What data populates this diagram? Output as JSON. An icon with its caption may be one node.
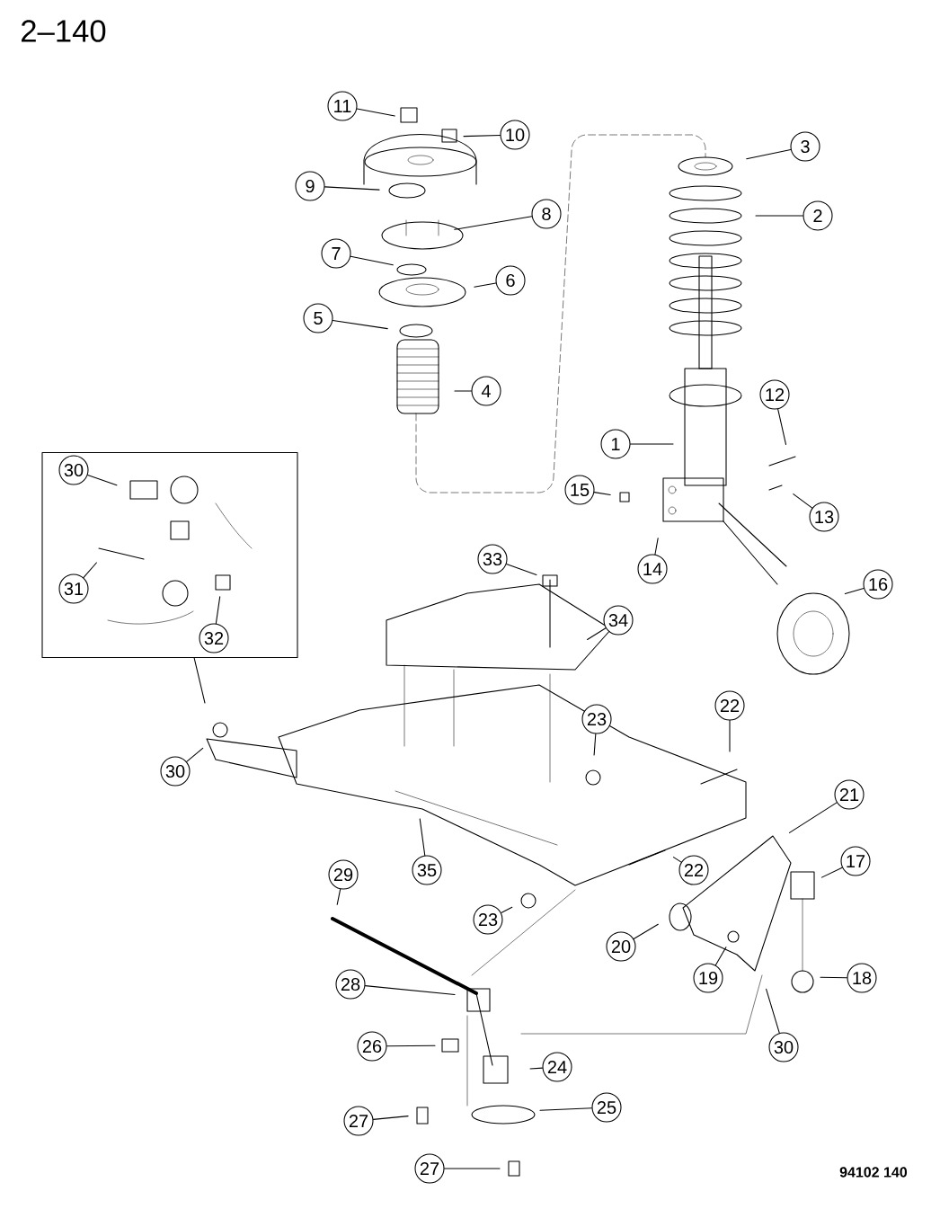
{
  "diagram": {
    "title": "2–140",
    "nodes": [
      {
        "text": [
          "11"
        ]
      },
      {
        "text": [
          "10"
        ]
      },
      {
        "text": [
          "3"
        ]
      },
      {
        "text": [
          "9"
        ]
      },
      {
        "text": [
          "8"
        ]
      },
      {
        "text": [
          "2"
        ]
      },
      {
        "text": [
          "7"
        ]
      },
      {
        "text": [
          "6"
        ]
      },
      {
        "text": [
          "5"
        ]
      },
      {
        "text": [
          "4"
        ]
      },
      {
        "text": [],
        "shape": "box"
      },
      {
        "text": [
          "30"
        ],
        "in": 10
      },
      {
        "text": [
          "12"
        ]
      },
      {
        "text": [
          "1"
        ]
      },
      {
        "text": [
          "15"
        ]
      },
      {
        "text": [
          "13"
        ]
      },
      {
        "text": [
          "14"
        ]
      },
      {
        "text": [
          "16"
        ]
      },
      {
        "text": [
          "33"
        ]
      },
      {
        "text": [
          "31"
        ],
        "in": 10
      },
      {
        "text": [
          "34"
        ]
      },
      {
        "text": [
          "32"
        ],
        "in": 10
      },
      {
        "text": [
          "30"
        ]
      },
      {
        "text": [
          "23"
        ]
      },
      {
        "text": [
          "22"
        ]
      },
      {
        "text": [
          "21"
        ]
      },
      {
        "text": [
          "17"
        ]
      },
      {
        "text": [
          "35"
        ]
      },
      {
        "text": [
          "29"
        ]
      },
      {
        "text": [
          "23"
        ]
      },
      {
        "text": [
          "22"
        ]
      },
      {
        "text": [
          "20"
        ]
      },
      {
        "text": [
          "19"
        ]
      },
      {
        "text": [
          "28"
        ]
      },
      {
        "text": [
          "18"
        ]
      },
      {
        "text": [
          "30"
        ]
      },
      {
        "text": [
          "26"
        ]
      },
      {
        "text": [
          "24"
        ]
      },
      {
        "text": [
          "25"
        ]
      },
      {
        "text": [
          "27"
        ]
      },
      {
        "text": [
          "27"
        ]
      }
    ],
    "edges": [
      {
        "from": 0,
        "to": null,
        "arrow": "none"
      },
      {
        "from": 1,
        "to": null,
        "arrow": "none"
      },
      {
        "from": 2,
        "to": null,
        "arrow": "none"
      },
      {
        "from": 3,
        "to": null,
        "arrow": "none"
      },
      {
        "from": 4,
        "to": null,
        "arrow": "none"
      },
      {
        "from": 5,
        "to": null,
        "arrow": "none"
      },
      {
        "from": 6,
        "to": null,
        "arrow": "none"
      },
      {
        "from": 7,
        "to": null,
        "arrow": "none"
      },
      {
        "from": 8,
        "to": null,
        "arrow": "none"
      },
      {
        "from": 9,
        "to": null,
        "arrow": "none"
      },
      {
        "from": 10,
        "to": null,
        "arrow": "none"
      },
      {
        "from": 11,
        "to": null,
        "arrow": "none"
      },
      {
        "from": 12,
        "to": null,
        "arrow": "none"
      },
      {
        "from": 13,
        "to": null,
        "arrow": "none"
      },
      {
        "from": 14,
        "to": null,
        "arrow": "none"
      },
      {
        "from": 15,
        "to": null,
        "arrow": "none"
      },
      {
        "from": 16,
        "to": null,
        "arrow": "none"
      },
      {
        "from": 17,
        "to": null,
        "arrow": "none"
      },
      {
        "from": 18,
        "to": null,
        "arrow": "none"
      },
      {
        "from": 19,
        "to": null,
        "arrow": "none"
      },
      {
        "from": 20,
        "to": null,
        "arrow": "none"
      },
      {
        "from": 21,
        "to": null,
        "arrow": "none"
      },
      {
        "from": 22,
        "to": null,
        "arrow": "none"
      },
      {
        "from": 23,
        "to": null,
        "arrow": "none"
      },
      {
        "from": 24,
        "to": null,
        "arrow": "none"
      },
      {
        "from": 25,
        "to": null,
        "arrow": "none"
      },
      {
        "from": 26,
        "to": null,
        "arrow": "none"
      },
      {
        "from": 27,
        "to": null,
        "arrow": "none"
      },
      {
        "from": 28,
        "to": null,
        "arrow": "none"
      },
      {
        "from": 29,
        "to": null,
        "arrow": "none"
      },
      {
        "from": 30,
        "to": null,
        "arrow": "none"
      },
      {
        "from": 31,
        "to": null,
        "arrow": "none"
      },
      {
        "from": 32,
        "to": null,
        "arrow": "none"
      },
      {
        "from": 33,
        "to": null,
        "arrow": "none"
      },
      {
        "from": 34,
        "to": null,
        "arrow": "none"
      },
      {
        "from": 35,
        "to": null,
        "arrow": "none"
      },
      {
        "from": 36,
        "to": null,
        "arrow": "none"
      },
      {
        "from": 37,
        "to": null,
        "arrow": "none"
      },
      {
        "from": 38,
        "to": null,
        "arrow": "none"
      },
      {
        "from": 39,
        "to": null,
        "arrow": "none"
      },
      {
        "from": 40,
        "to": null,
        "arrow": "none"
      }
    ],
    "labels": [
      "94102 140"
    ]
  }
}
